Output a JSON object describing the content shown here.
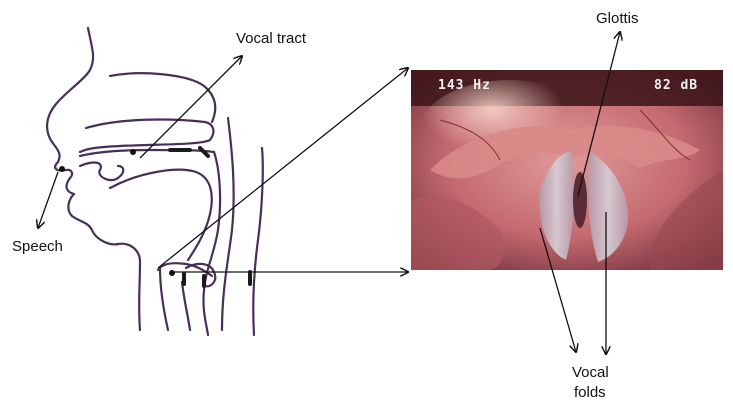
{
  "labels": {
    "vocal_tract": "Vocal tract",
    "glottis": "Glottis",
    "speech": "Speech",
    "vocal_folds_line1": "Vocal",
    "vocal_folds_line2": "folds"
  },
  "endoscope": {
    "frequency": "143 Hz",
    "level": "82 dB"
  },
  "colors": {
    "outline": "#4a2e5a",
    "arrow": "#111111",
    "tissue": "#c46a70",
    "folds": "#c8b8c4"
  }
}
